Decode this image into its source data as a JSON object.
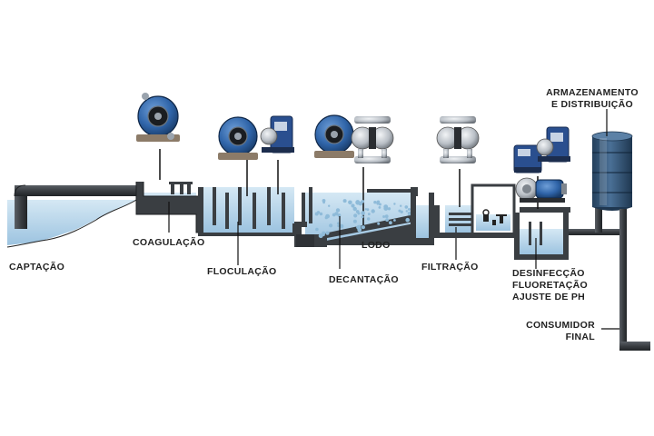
{
  "colors": {
    "pipe": "#3a3e42",
    "pipe_edge": "#1d2023",
    "water": "#bcd9ec",
    "water_dark": "#8fbbd9",
    "tank": "#3c5f80",
    "tank_band": "#5e7f9e",
    "pump_blue": "#2f64a8",
    "pump_steel": "#b9bfc6",
    "dosing_blue": "#2a4f8f",
    "sludge": "#9ec3df",
    "line": "#111111"
  },
  "labels": {
    "captacao": "CAPTAÇÃO",
    "coagulacao": "COAGULAÇÃO",
    "floculacao": "FLOCULAÇÃO",
    "decantacao": "DECANTAÇÃO",
    "lodo": "LODO",
    "filtracao": "FILTRAÇÃO",
    "desinfeccao": "DESINFECÇÃO",
    "fluoretacao": "FLUORETAÇÃO",
    "ajuste_ph": "AJUSTE DE PH",
    "armazenamento": "ARMAZENAMENTO",
    "distribuicao": "E DISTRIBUIÇÃO",
    "consumidor": "CONSUMIDOR",
    "final": "FINAL"
  },
  "equipment": {
    "peristaltic_pump": "peristaltic-pump-icon",
    "dosing_pump": "dosing-pump-icon",
    "diaphragm_pump": "diaphragm-pump-icon",
    "centrifugal_pump": "centrifugal-pump-icon",
    "storage_tank": "storage-tank-icon"
  }
}
